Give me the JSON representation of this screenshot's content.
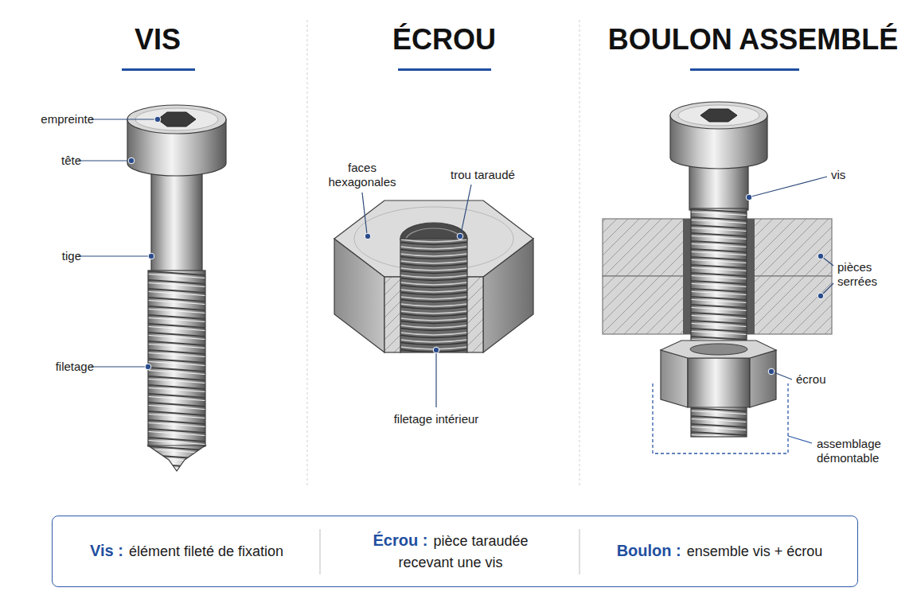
{
  "diagram": {
    "nodes": [
      {
        "text": [
          "Vis :",
          "élément fileté de fixation",
          "Écrou :",
          "pièce taraudée recevant une vis",
          "Boulon :",
          "ensemble vis + écrou"
        ]
      }
    ],
    "labels": [
      "VIS",
      "ÉCROU",
      "BOULON ASSEMBLÉ",
      "empreinte",
      "tête",
      "tige",
      "filetage",
      "faces hexagonales",
      "trou taraudé",
      "filetage intérieur",
      "vis",
      "pièces serrées",
      "écrou",
      "assemblage démontable"
    ]
  }
}
